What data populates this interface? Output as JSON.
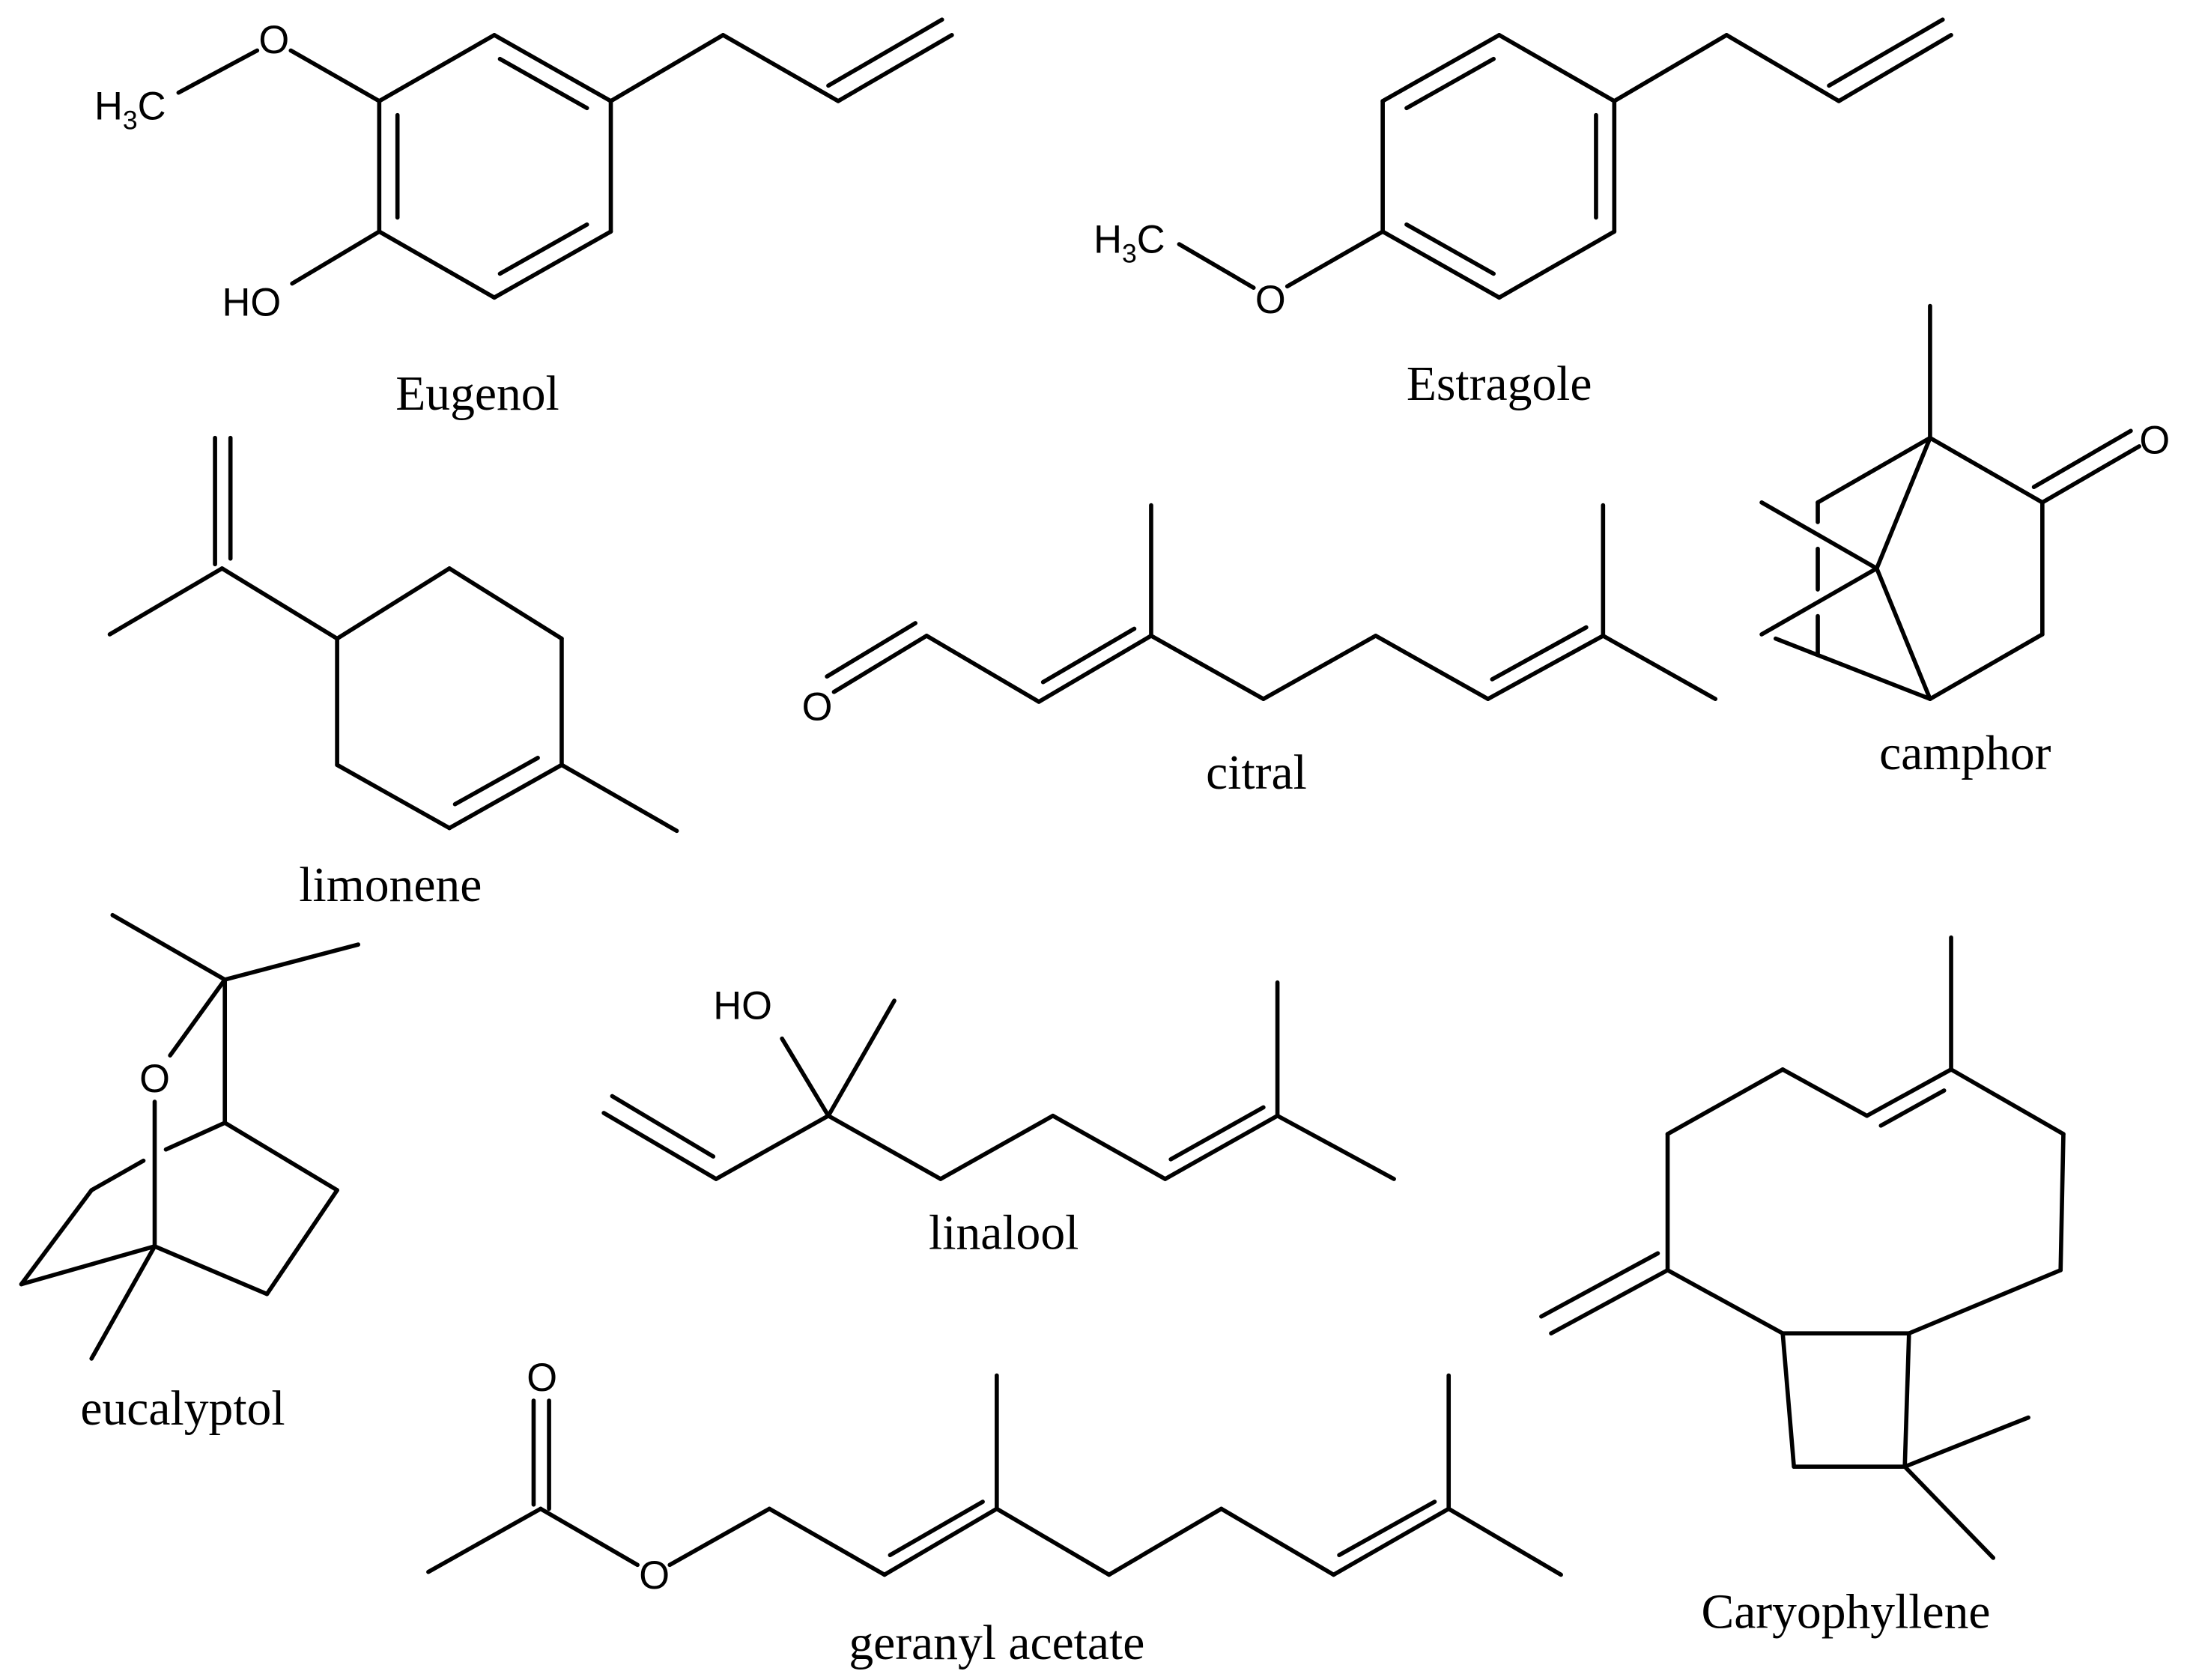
{
  "molecules": {
    "eugenol": {
      "name": "Eugenol",
      "methoxy_o": "O",
      "methyl": {
        "h": "H",
        "sub": "3",
        "c": "C"
      },
      "hydroxyl": "HO"
    },
    "estragole": {
      "name": "Estragole",
      "methoxy_o": "O",
      "methyl": {
        "h": "H",
        "sub": "3",
        "c": "C"
      }
    },
    "limonene": {
      "name": "limonene"
    },
    "citral": {
      "name": "citral",
      "carbonyl_o": "O"
    },
    "camphor": {
      "name": "camphor",
      "carbonyl_o": "O"
    },
    "eucalyptol": {
      "name": "eucalyptol",
      "ether_o": "O"
    },
    "linalool": {
      "name": "linalool",
      "hydroxyl": "HO"
    },
    "geranyl_acetate": {
      "name": "geranyl acetate",
      "carbonyl_o": "O",
      "ester_o": "O"
    },
    "caryophyllene": {
      "name": "Caryophyllene"
    }
  },
  "colors": {
    "ink": "#000000",
    "background": "#ffffff"
  }
}
